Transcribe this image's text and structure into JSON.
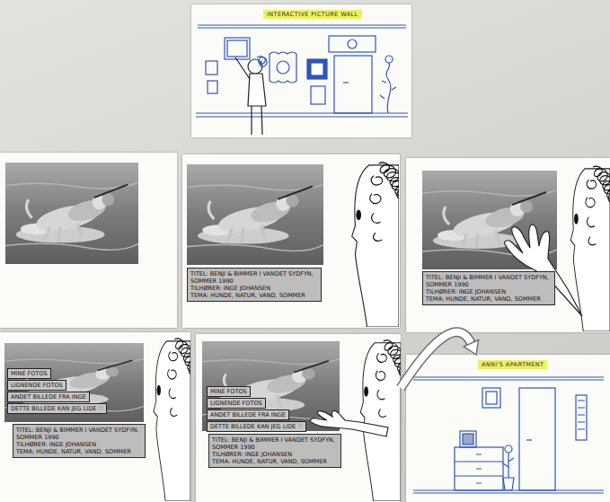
{
  "diagram": {
    "nodes": [
      {
        "text": [
          "INTERACTIVE PICTURE WALL"
        ]
      },
      {
        "text": []
      },
      {
        "text": [
          "TITEL: BENJI & BIMMER I VANDET SYDFYN, SOMMER 1990",
          "TILHØRER: INGE JOHANSEN",
          "TEMA: HUNDE, NATUR, VAND, SOMMER"
        ],
        "in": 1
      },
      {
        "text": []
      },
      {
        "text": [
          "TITEL: BENJI & BIMMER I VANDET SYDFYN, SOMMER 1990",
          "TILHØRER: INGE JOHANSEN",
          "TEMA: HUNDE, NATUR, VAND, SOMMER"
        ],
        "in": 3
      },
      {
        "text": []
      },
      {
        "text": [
          "MINE FOTOS"
        ],
        "in": 5
      },
      {
        "text": [
          "LIGNENDE FOTOS"
        ],
        "in": 5
      },
      {
        "text": [
          "ANDET BILLEDE FRA INGE"
        ],
        "in": 5
      },
      {
        "text": [
          "DETTE BILLEDE KAN JEG LIDE ♡"
        ],
        "in": 5
      },
      {
        "text": [
          "TITEL: BENJI & BIMMER I VANDET SYDFYN, SOMMER 1990",
          "TILHØRER: INGE JOHANSEN",
          "TEMA: HUNDE, NATUR, VAND, SOMMER"
        ],
        "in": 5
      },
      {
        "text": []
      },
      {
        "text": [
          "MINE FOTOS"
        ],
        "in": 11
      },
      {
        "text": [
          "LIGNENDE FOTOS"
        ],
        "in": 11
      },
      {
        "text": [
          "ANDET BILLEDE FRA INGE"
        ],
        "in": 11
      },
      {
        "text": [
          "DETTE BILLEDE KAN JEG LIDE ♡"
        ],
        "in": 11
      },
      {
        "text": [
          "TITEL: BENJI & BIMMER I VANDET SYDFYN, SOMMER 1990",
          "TILHØRER: INGE JOHANSEN",
          "TEMA: HUNDE, NATUR, VAND, SOMMER"
        ],
        "in": 11
      },
      {
        "text": [
          "ANNI'S APARTMENT"
        ]
      }
    ],
    "edges": [
      {
        "from": 11,
        "to": 17,
        "arrow": "to"
      }
    ]
  }
}
